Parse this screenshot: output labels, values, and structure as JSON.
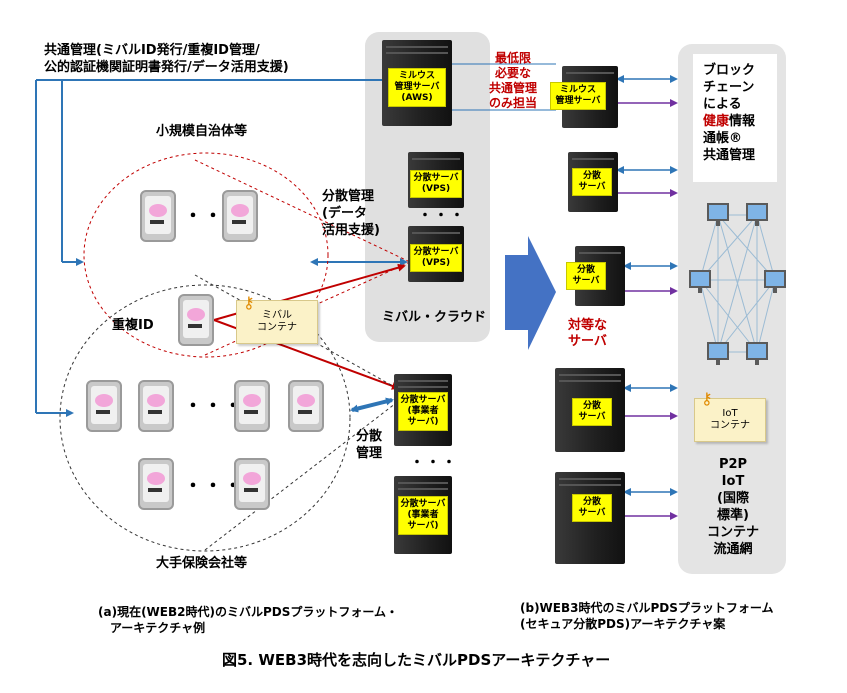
{
  "text": {
    "common_mgmt": [
      "共通管理(ミバルID発行/重複ID管理/",
      "公的認証機関証明書発行/データ活用支援)"
    ],
    "small_municipality": "小規模自治体等",
    "distributed_mgmt_data": [
      "分散管理",
      "(データ",
      "活用支援)"
    ],
    "duplicate_id": "重複ID",
    "mibal_container": [
      "ミバル",
      "コンテナ"
    ],
    "large_insurer": "大手保険会社等",
    "distributed_mgmt": [
      "分散",
      "管理"
    ],
    "mibal_cloud": "ミバル・クラウド",
    "minimum_mgmt": [
      "最低限",
      "必要な",
      "共通管理",
      "のみ担当"
    ],
    "peer_servers": [
      "対等な",
      "サーバ"
    ],
    "blockchain": [
      "ブロック",
      "チェーン",
      "による"
    ],
    "health_word": "健康",
    "health_rest": "情報",
    "notebook": "通帳®",
    "common_mgmt_short": "共通管理",
    "iot_container": [
      "IoT",
      "コンテナ"
    ],
    "p2p_block": [
      "P2P",
      "IoT",
      "(国際",
      "標準)",
      "コンテナ",
      "流通網"
    ],
    "caption_a": [
      "(a)現在(WEB2時代)のミバルPDSプラットフォーム・",
      "アーキテクチャ例"
    ],
    "caption_b": [
      "(b)WEB3時代のミバルPDSプラットフォーム",
      "(セキュア分散PDS)アーキテクチャ案"
    ],
    "figure_title": "図5. WEB3時代を志向したミバルPDSアーキテクチャー"
  },
  "servers": {
    "aws": [
      "ミルウス",
      "管理サーバ",
      "(AWS)"
    ],
    "vps1": [
      "分散サーバ",
      "(VPS)"
    ],
    "vps2": [
      "分散サーバ",
      "(VPS)"
    ],
    "biz1": [
      "分散サーバ",
      "(事業者",
      "サーバ)"
    ],
    "biz2": [
      "分散サーバ",
      "(事業者",
      "サーバ)"
    ],
    "right_mgmt": [
      "ミルウス",
      "管理サーバ"
    ],
    "right_d1": [
      "分散",
      "サーバ"
    ],
    "right_d2": [
      "分散",
      "サーバ"
    ],
    "right_d3": [
      "分散",
      "サーバ"
    ],
    "right_d4": [
      "分散",
      "サーバ"
    ]
  },
  "ellipsis": "・・・",
  "colors": {
    "arrow_blue": "#2e75b6",
    "arrow_purple": "#7030a0",
    "line_red": "#c00000",
    "accent_red": "#c00000",
    "big_arrow": "#4472c4",
    "cloud_bg": "#e0e0e0",
    "server_label": "#ffff00"
  }
}
